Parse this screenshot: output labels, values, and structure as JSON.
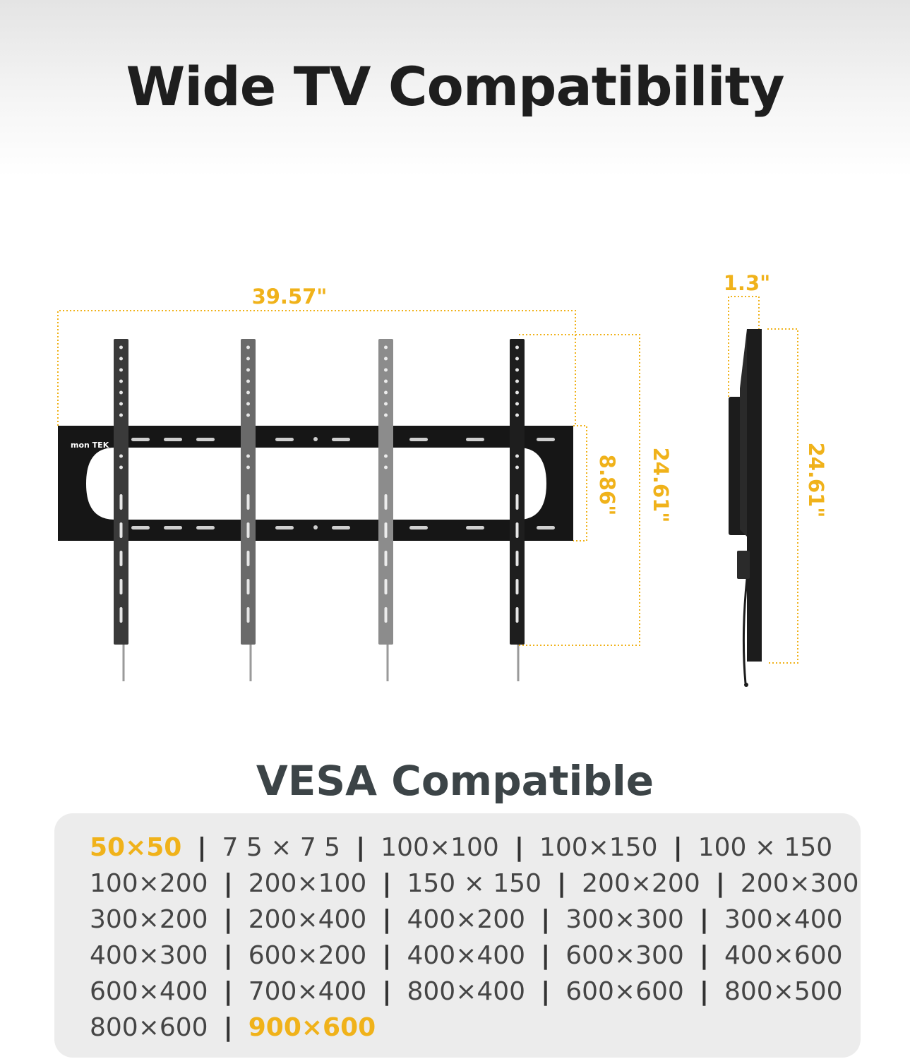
{
  "title": "Wide TV Compatibility",
  "dimensions": {
    "width": "39.57\"",
    "plate_height": "8.86\"",
    "total_height": "24.61\"",
    "depth": "1.3\"",
    "side_height": "24.61\""
  },
  "brand_logo": "mon TEK",
  "vesa": {
    "title": "VESA Compatible",
    "rows": [
      [
        "50×50",
        "7 5 × 7 5",
        "100×100",
        "100×150",
        "100 × 150"
      ],
      [
        "100×200",
        "200×100",
        "150 × 150",
        "200×200",
        "200×300"
      ],
      [
        "300×200",
        "200×400",
        "400×200",
        "300×300",
        "300×400"
      ],
      [
        "400×300",
        "600×200",
        "400×400",
        "600×300",
        "400×600"
      ],
      [
        "600×400",
        "700×400",
        "800×400",
        "600×600",
        "800×500"
      ],
      [
        "800×600",
        "900×600"
      ]
    ],
    "highlighted": [
      "50×50",
      "900×600"
    ]
  },
  "colors": {
    "accent": "#f0b21a",
    "mount": "#161616",
    "panel_bg": "#ececec"
  }
}
